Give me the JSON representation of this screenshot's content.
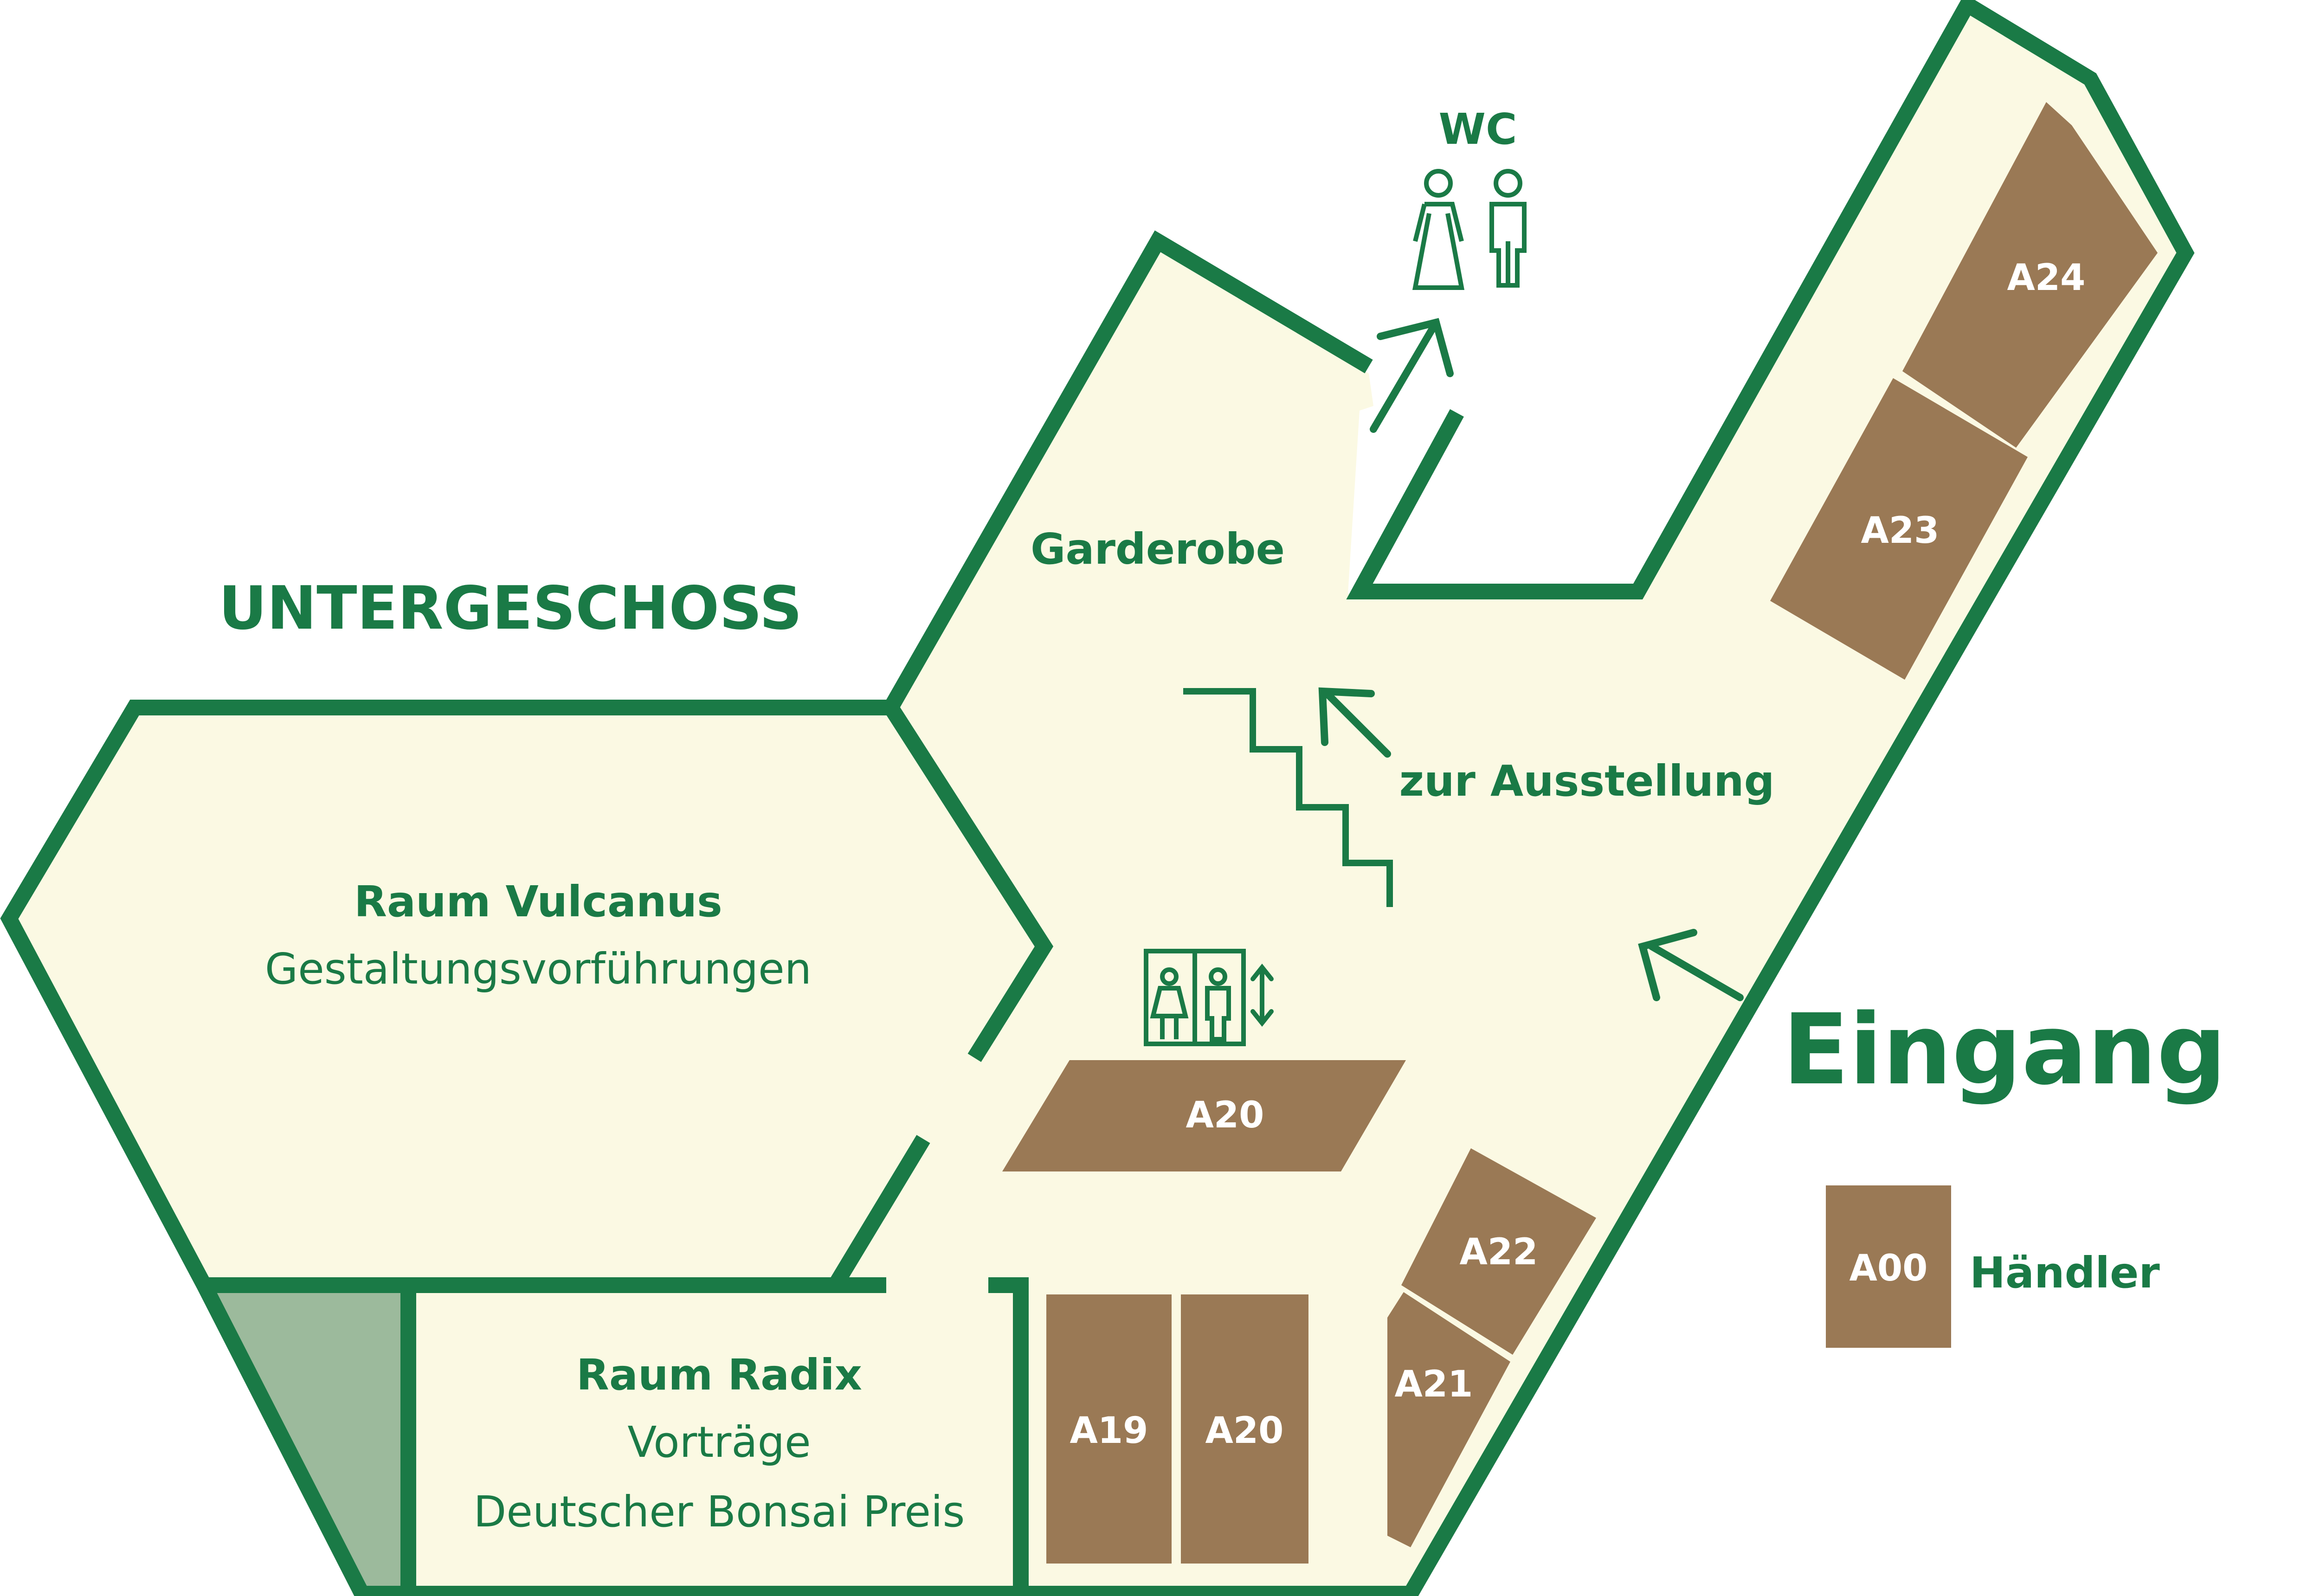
{
  "floor_title": "UNTERGESCHOSS",
  "colors": {
    "wall": "#1a7a46",
    "floor": "#fbf9e3",
    "stall": "#9a7955",
    "shaded_corner": "#9cba9c",
    "stall_text": "#ffffff",
    "background": "#ffffff"
  },
  "rooms": {
    "vulcanus": {
      "name": "Raum Vulcanus",
      "purpose": "Gestaltungsvorführungen"
    },
    "radix": {
      "name": "Raum Radix",
      "purpose_1": "Vorträge",
      "purpose_2": "Deutscher Bonsai Preis"
    },
    "garderobe": "Garderobe"
  },
  "wc_label": "WC",
  "stairs_label": "zur Ausstellung",
  "entrance_label": "Eingang",
  "stalls": [
    "A24",
    "A23",
    "A20",
    "A22",
    "A21",
    "A19",
    "A20"
  ],
  "legend": {
    "sample": "A00",
    "label": "Händler"
  },
  "icons": [
    "arrow-up-right-icon",
    "woman-icon",
    "man-icon",
    "stairs-icon",
    "elevator-icon",
    "updown-arrow-icon",
    "arrow-up-left-icon"
  ]
}
